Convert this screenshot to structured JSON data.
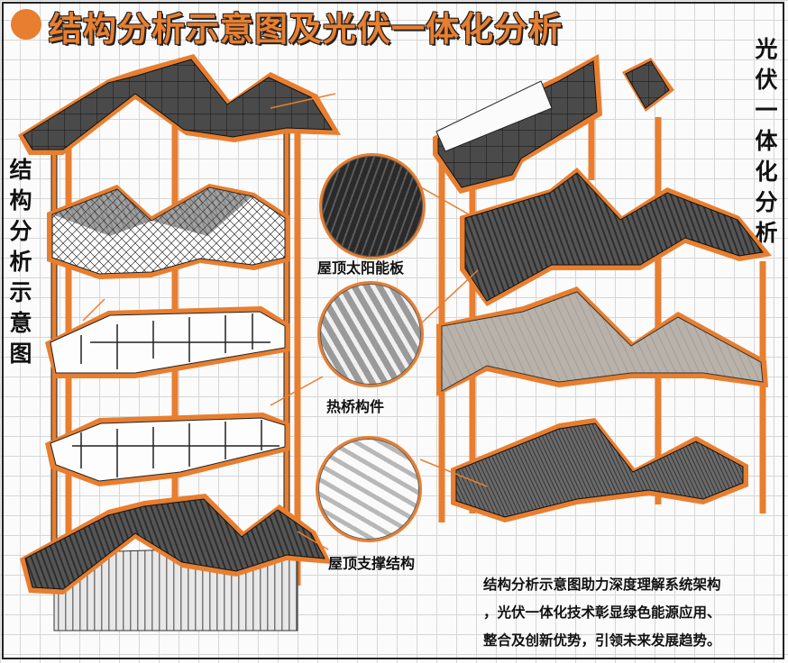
{
  "title": "结构分析示意图及光伏一体化分析",
  "left_label": "结构分析示意图",
  "right_label": "光伏一体化分析",
  "details": [
    {
      "label": "屋顶太阳能板"
    },
    {
      "label": "热桥构件"
    },
    {
      "label": "屋顶支撑结构"
    }
  ],
  "description": [
    "结构分析示意图助力深度理解系统架构",
    "，光伏一体化技术彰显绿色能源应用、",
    "整合及创新优势，引领未来发展趋势。"
  ],
  "colors": {
    "accent": "#e87e2f",
    "roof": "#4a4a4a",
    "outline": "#222222"
  }
}
